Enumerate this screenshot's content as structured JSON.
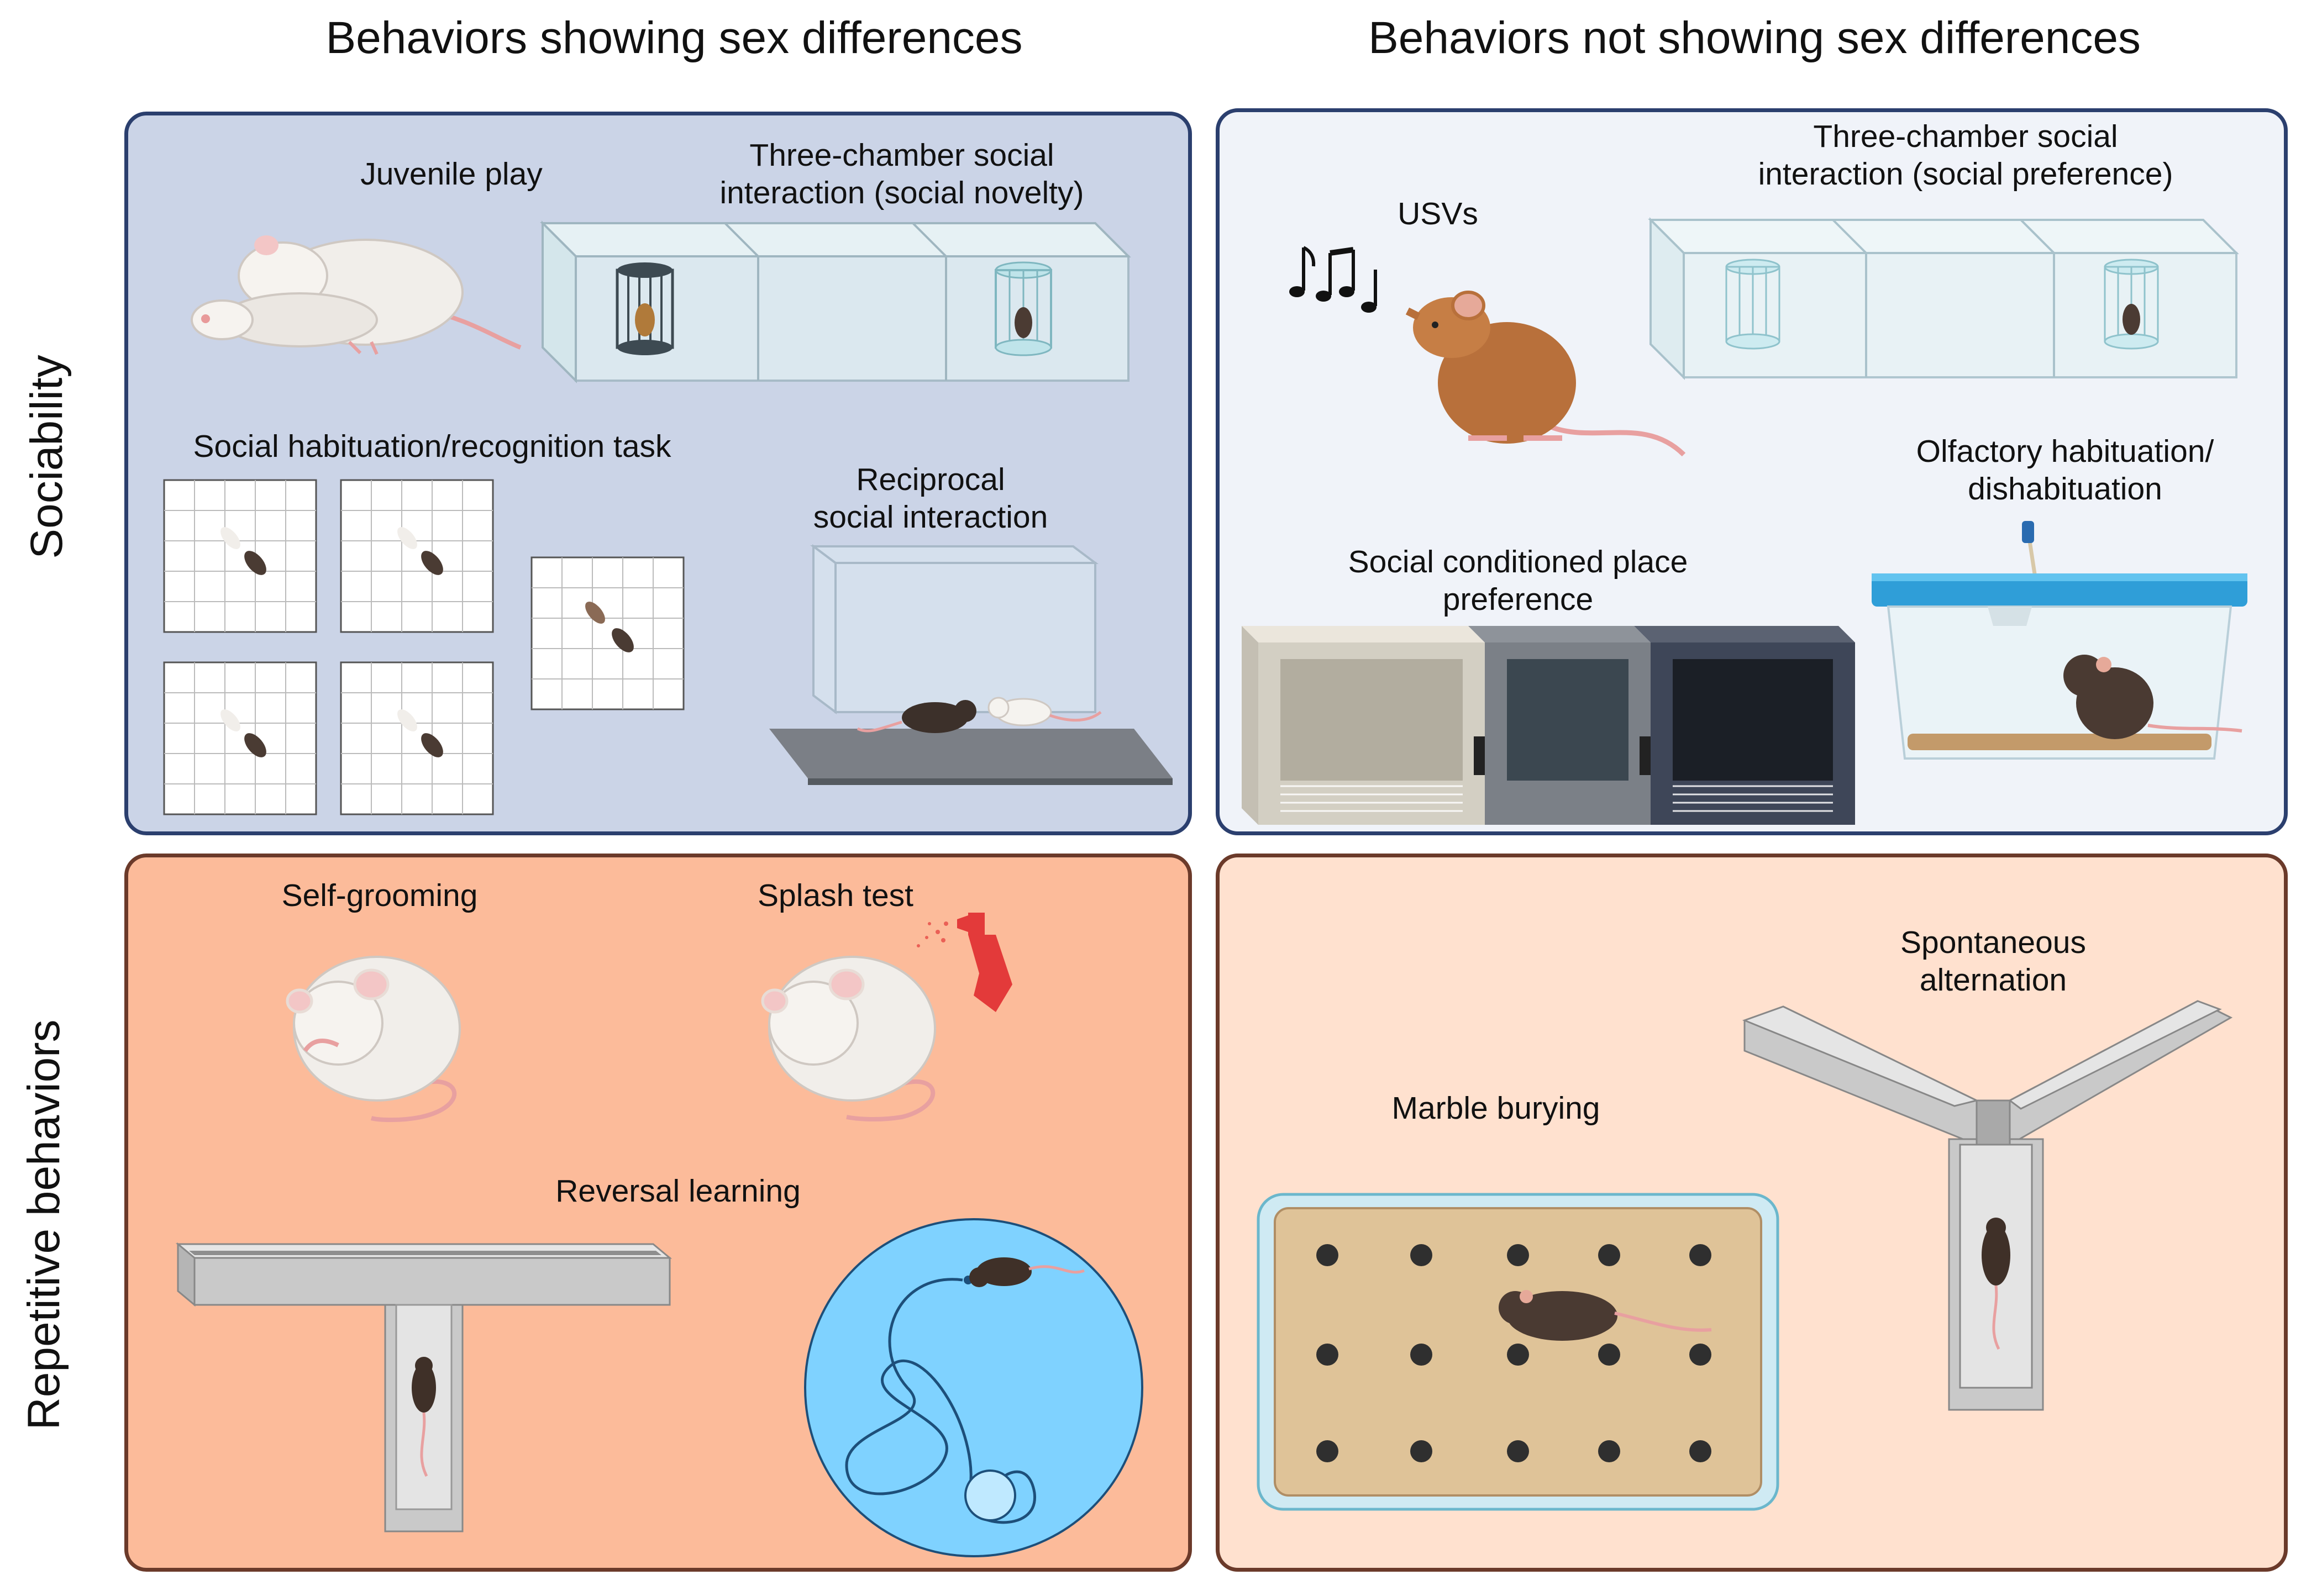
{
  "headers": {
    "left": "Behaviors showing sex differences",
    "right": "Behaviors not showing sex differences"
  },
  "rows": {
    "top": "Sociability",
    "bottom": "Repetitive behaviors"
  },
  "colors": {
    "panel_tl": "#cbd4e7",
    "panel_tr": "#f0f3f9",
    "panel_bl": "#fcbb9a",
    "panel_br": "#ffe1cf",
    "border_blue": "#2b3f6e",
    "border_brown": "#6b3a2a"
  },
  "labels": {
    "juvenile_play": "Juvenile play",
    "three_chamber_novelty_1": "Three-chamber social",
    "three_chamber_novelty_2": "interaction (social novelty)",
    "social_habituation": "Social habituation/recognition task",
    "reciprocal_1": "Reciprocal",
    "reciprocal_2": "social interaction",
    "usvs": "USVs",
    "three_chamber_pref_1": "Three-chamber social",
    "three_chamber_pref_2": "interaction (social preference)",
    "olfactory_1": "Olfactory habituation/",
    "olfactory_2": "dishabituation",
    "scpp_1": "Social conditioned place",
    "scpp_2": "preference",
    "self_grooming": "Self-grooming",
    "splash_test": "Splash test",
    "reversal_learning": "Reversal learning",
    "spontaneous_1": "Spontaneous",
    "spontaneous_2": "alternation",
    "marble_burying": "Marble burying"
  }
}
